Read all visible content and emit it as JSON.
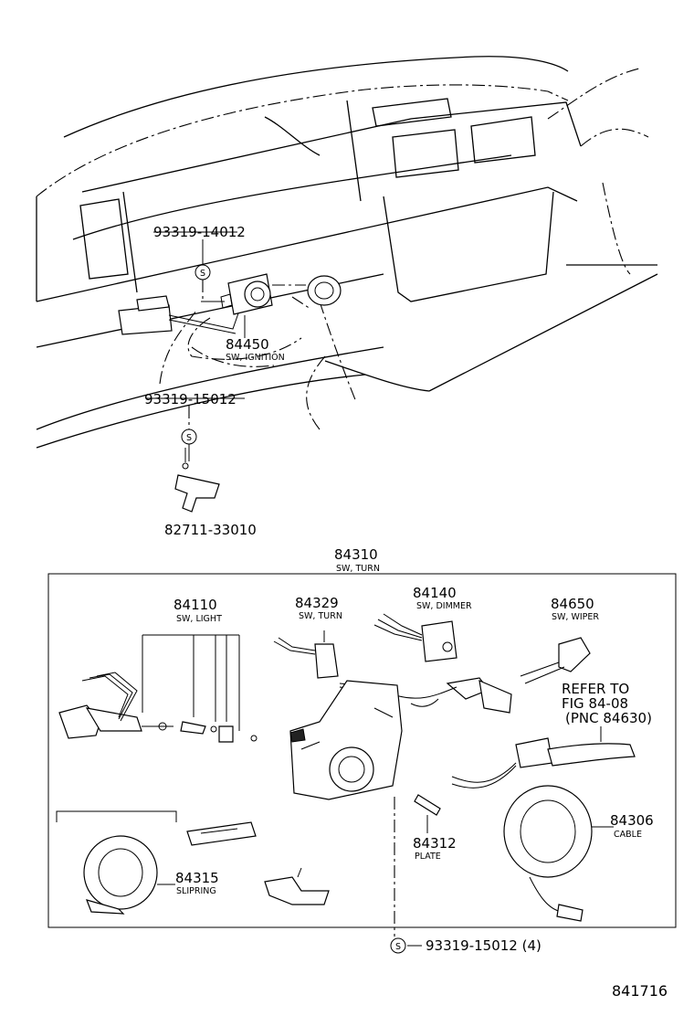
{
  "labels": {
    "bolt_upper": "93319-14012",
    "ignition_num": "84450",
    "ignition_desc": "SW, IGNITION",
    "bolt_lower": "93319-15012",
    "bracket": "82711-33010",
    "turn_sw_num": "84310",
    "turn_sw_desc": "SW, TURN",
    "light_num": "84110",
    "light_desc": "SW, LIGHT",
    "turn_num": "84329",
    "turn_desc": "SW, TURN",
    "dimmer_num": "84140",
    "dimmer_desc": "SW, DIMMER",
    "wiper_num": "84650",
    "wiper_desc": "SW, WIPER",
    "refer_line1": "REFER TO",
    "refer_line2": "FIG 84-08",
    "refer_line3": "(PNC 84630)",
    "cable_num": "84306",
    "cable_desc": "CABLE",
    "plate_num": "84312",
    "plate_desc": "PLATE",
    "slipring_num": "84315",
    "slipring_desc": "SLIPRING",
    "bottom_bolt": "93319-15012 (4)",
    "s_symbol": "S",
    "figure_id": "841716"
  }
}
